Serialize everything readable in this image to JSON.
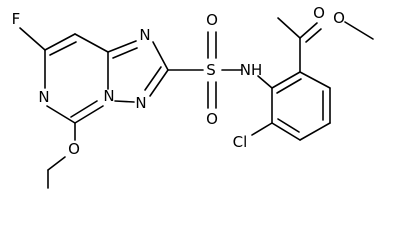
{
  "molecule": {
    "atoms": {
      "F": "F",
      "N_pyrimidine": "N",
      "N_triazole_top": "N",
      "N_bridge": "N",
      "N_triazole_bottom": "N",
      "O_ether": "O",
      "S": "S",
      "O_sulfonyl_top": "O",
      "O_sulfonyl_bottom": "O",
      "NH": "NH",
      "Cl": "Cl",
      "O_carbonyl": "O",
      "O_ester": "O"
    }
  }
}
